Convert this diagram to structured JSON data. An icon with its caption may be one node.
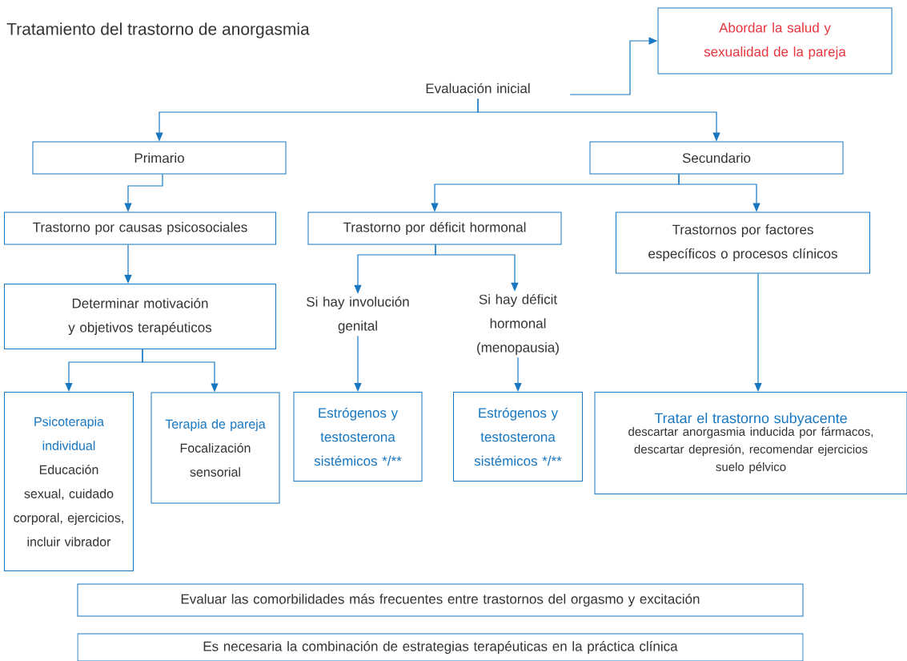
{
  "diagram": {
    "title": "Tratamiento del trastorno de anorgasmia",
    "nodes": [
      {
        "text": [
          "Abordar la salud y sexualidad de la pareja"
        ]
      },
      {
        "text": [
          "Evaluación inicial"
        ]
      },
      {
        "text": [
          "Primario"
        ]
      },
      {
        "text": [
          "Secundario"
        ]
      },
      {
        "text": [
          "Trastorno por causas psicosociales"
        ]
      },
      {
        "text": [
          "Trastorno por déficit hormonal"
        ]
      },
      {
        "text": [
          "Trastornos por factores específicos o procesos clínicos"
        ]
      },
      {
        "text": [
          "Determinar motivación y objetivos terapéuticos"
        ]
      },
      {
        "text": [
          "Si hay involución genital"
        ]
      },
      {
        "text": [
          "Si hay déficit hormonal (menopausia)"
        ]
      },
      {
        "text": [
          "Psicoterapia individual",
          "Educación sexual, cuidado corporal, ejercicios, incluir vibrador"
        ]
      },
      {
        "text": [
          "Terapia de pareja",
          "Focalización sensorial"
        ]
      },
      {
        "text": [
          "Estrógenos y testosterona sistémicos */**"
        ]
      },
      {
        "text": [
          "Estrógenos y testosterona sistémicos */**"
        ]
      },
      {
        "text": [
          "Tratar el trastorno subyacente",
          "descartar anorgasmia inducida por fármacos, descartar depresión, recomendar ejercicios suelo pélvico"
        ]
      },
      {
        "text": [
          "Evaluar las comorbilidades más frecuentes entre trastornos del orgasmo y excitación"
        ]
      },
      {
        "text": [
          "Es necesaria la combinación de estrategias terapéuticas en la práctica clínica"
        ]
      }
    ],
    "edges": [
      {
        "from": 1,
        "to": 0,
        "arrow": "to"
      },
      {
        "from": 1,
        "to": 2,
        "arrow": "to"
      },
      {
        "from": 1,
        "to": 3,
        "arrow": "to"
      },
      {
        "from": 2,
        "to": 4,
        "arrow": "to"
      },
      {
        "from": 3,
        "to": 5,
        "arrow": "to"
      },
      {
        "from": 3,
        "to": 6,
        "arrow": "to"
      },
      {
        "from": 4,
        "to": 7,
        "arrow": "to"
      },
      {
        "from": 5,
        "to": 8,
        "arrow": "to"
      },
      {
        "from": 5,
        "to": 9,
        "arrow": "to"
      },
      {
        "from": 7,
        "to": 10,
        "arrow": "to"
      },
      {
        "from": 7,
        "to": 11,
        "arrow": "to"
      },
      {
        "from": 8,
        "to": 12,
        "arrow": "to"
      },
      {
        "from": 9,
        "to": 13,
        "arrow": "to"
      },
      {
        "from": 6,
        "to": 14,
        "arrow": "to"
      }
    ]
  }
}
